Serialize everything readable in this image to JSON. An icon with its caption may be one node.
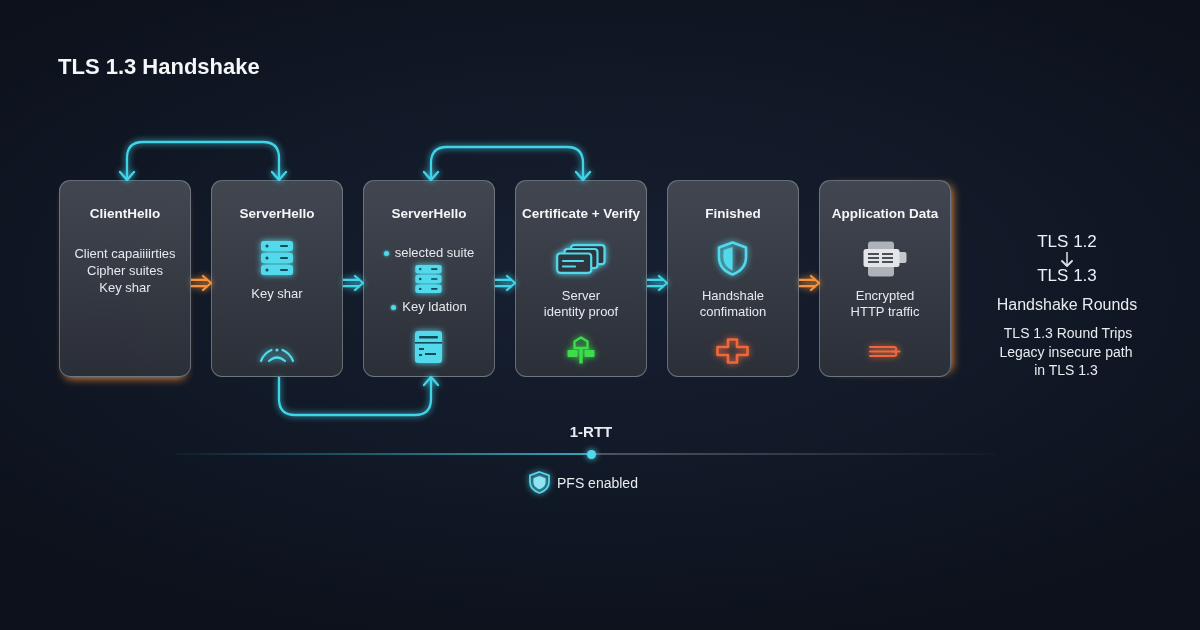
{
  "diagram": {
    "title": "TLS 1.3 Handshake",
    "nodes": [
      {
        "text": [
          "ClientHello",
          "Client capaiiiirties",
          "Cipher suites",
          "Key shar"
        ]
      },
      {
        "text": [
          "ServerHello",
          "Key shar"
        ]
      },
      {
        "text": [
          "ServerHello",
          "selected suite",
          "Key ldation"
        ]
      },
      {
        "text": [
          "Certificate + Verify",
          "Server identity proof"
        ]
      },
      {
        "text": [
          "Finished",
          "Handshale confimation"
        ]
      },
      {
        "text": [
          "Application Data",
          "Encrypted HTTP traffic"
        ]
      },
      {
        "text": [
          "TLS 1.2"
        ]
      },
      {
        "text": [
          "TLS 1.3"
        ]
      }
    ],
    "edges": [
      {
        "from": 0,
        "to": 1,
        "arrow": "both"
      },
      {
        "from": 2,
        "to": 3,
        "arrow": "both"
      },
      {
        "from": 0,
        "to": 1,
        "arrow": "to",
        "color": "#f5923a"
      },
      {
        "from": 1,
        "to": 2,
        "arrow": "to"
      },
      {
        "from": 2,
        "to": 3,
        "arrow": "to"
      },
      {
        "from": 3,
        "to": 4,
        "arrow": "to"
      },
      {
        "from": 4,
        "to": 5,
        "arrow": "to",
        "color": "#f5923a"
      },
      {
        "from": 1,
        "to": 2,
        "arrow": "to"
      },
      {
        "from": 6,
        "to": 7,
        "arrow": "to",
        "color": "#dfe3e8"
      }
    ],
    "labels": [
      "Handshake Rounds",
      "TLS 1.3 Round Trips",
      "Legacy insecure path in TLS 1.3",
      "1-RTT",
      "PFS enabled"
    ]
  }
}
